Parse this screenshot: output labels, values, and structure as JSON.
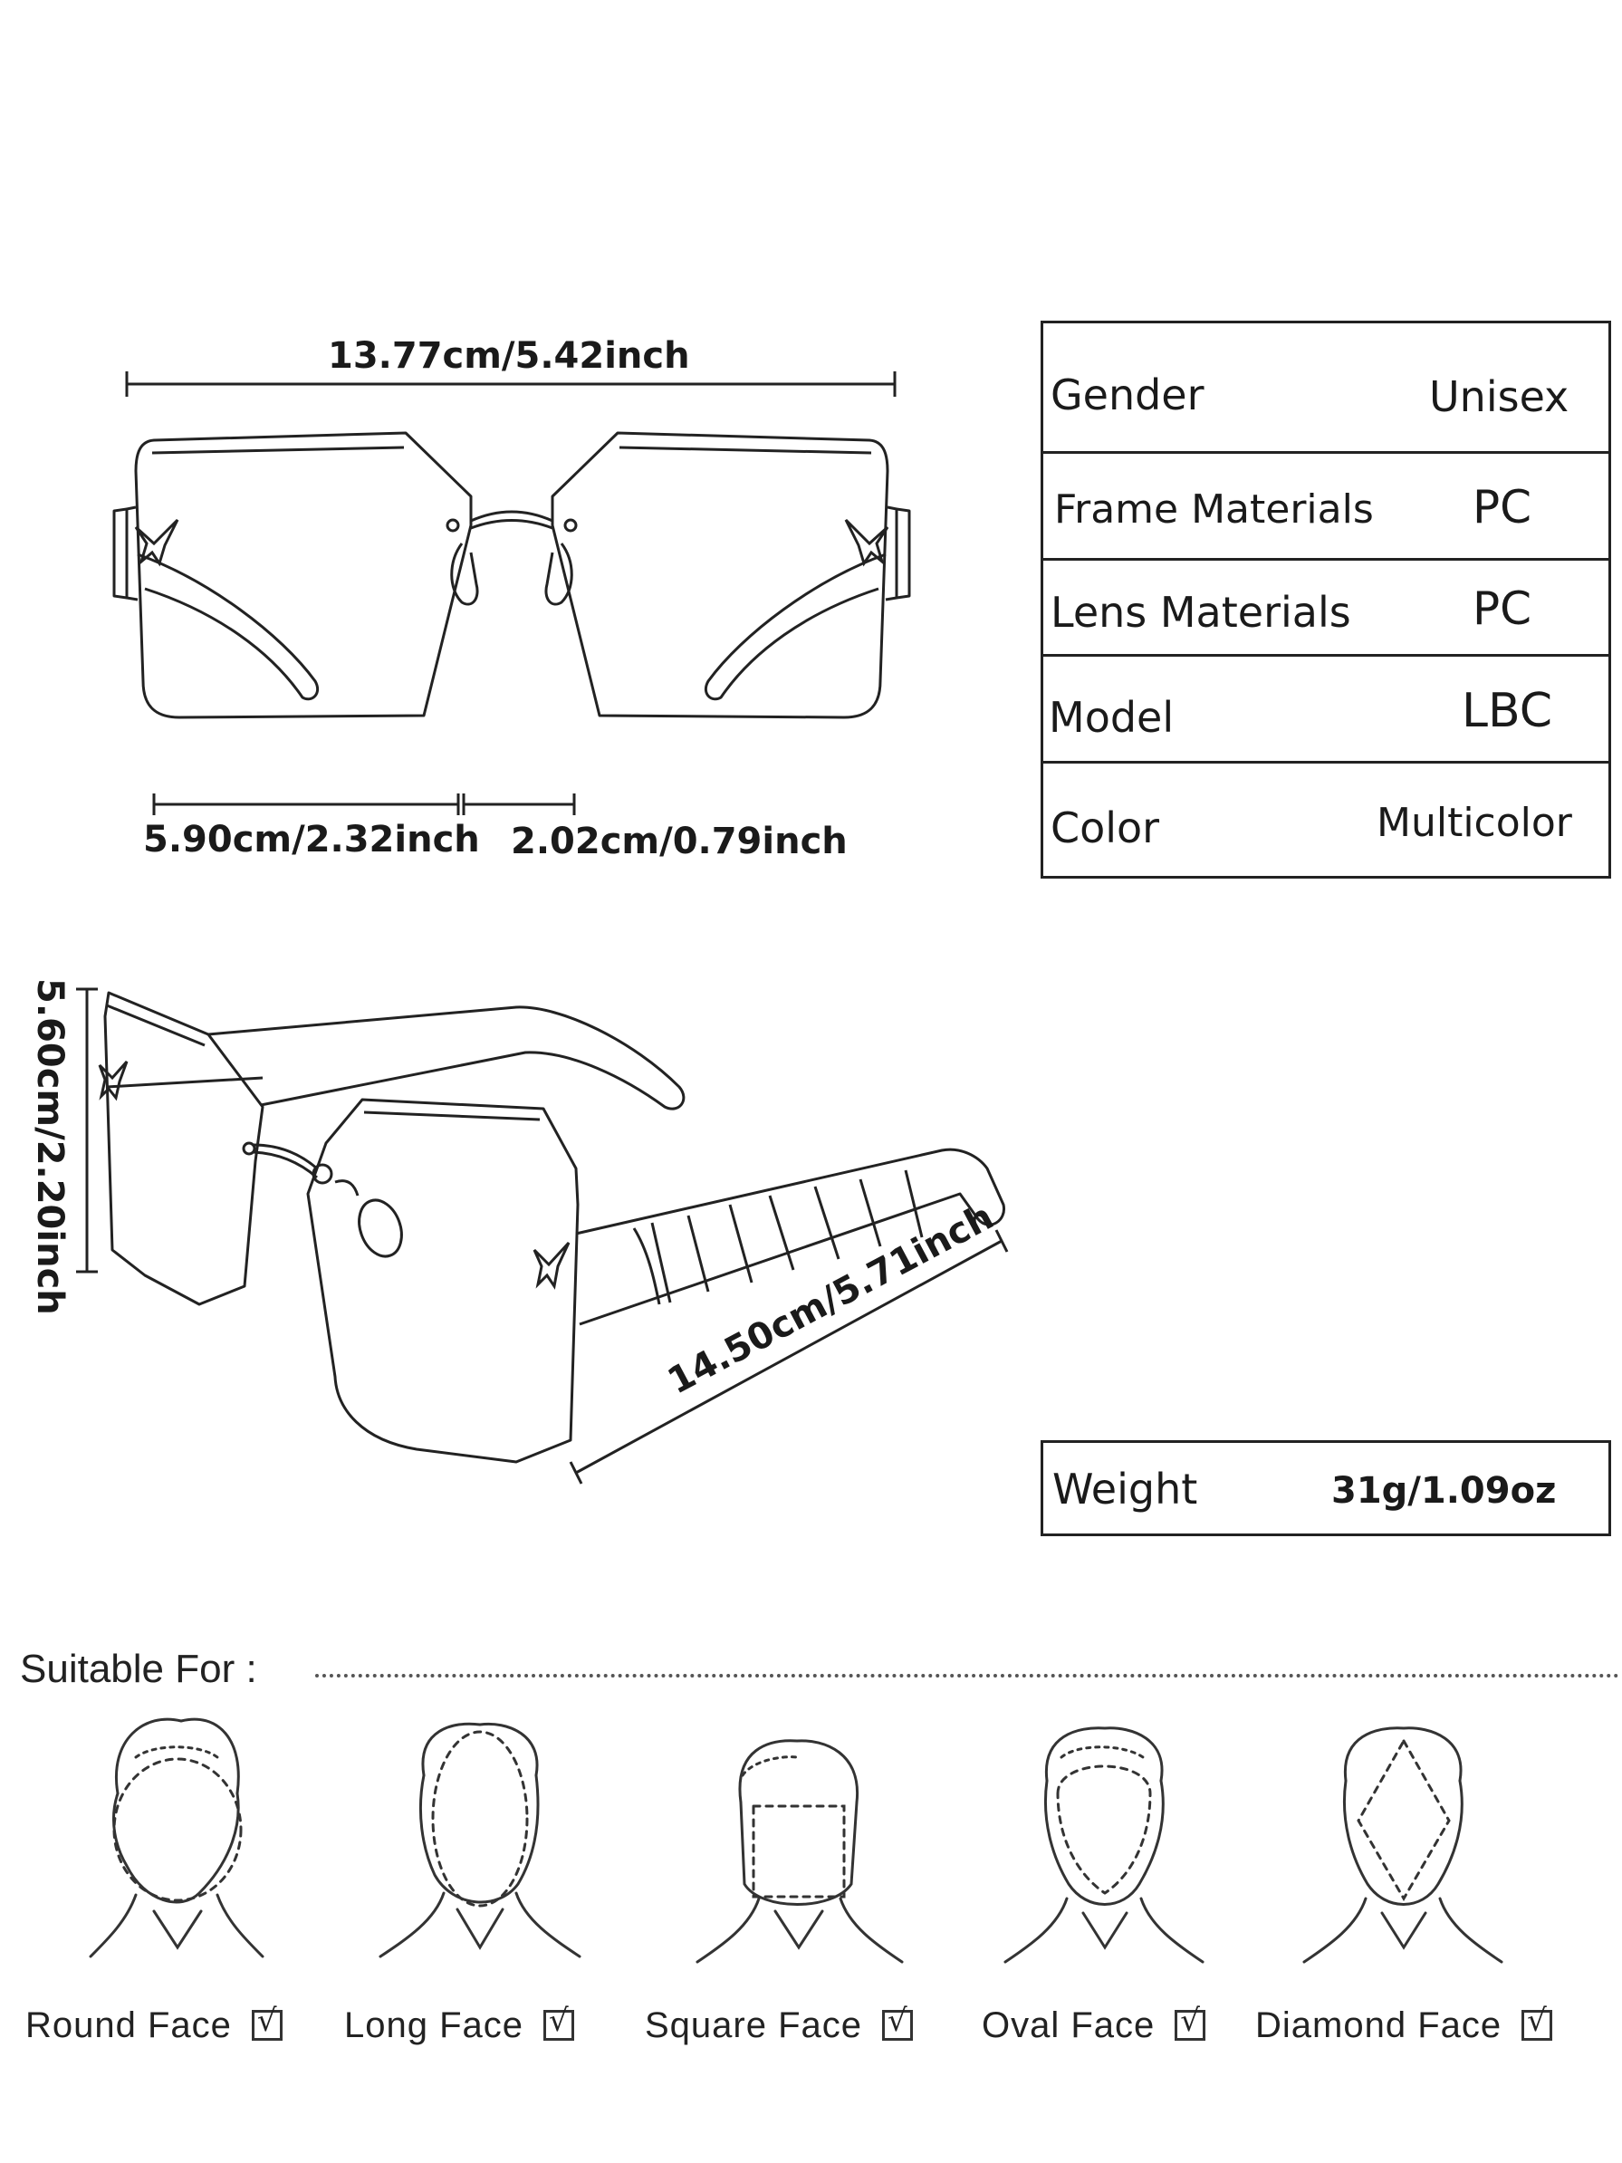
{
  "dimensions": {
    "total_width": "13.77cm/5.42inch",
    "lens_width": "5.90cm/2.32inch",
    "bridge_width": "2.02cm/0.79inch",
    "lens_height": "5.60cm/2.20inch",
    "temple_length": "14.50cm/5.71inch"
  },
  "specs": [
    {
      "label": "Gender",
      "value": "Unisex"
    },
    {
      "label": "Frame Materials",
      "value": "PC"
    },
    {
      "label": "Lens Materials",
      "value": "PC"
    },
    {
      "label": "Model",
      "value": "LBC"
    },
    {
      "label": "Color",
      "value": "Multicolor"
    }
  ],
  "weight": {
    "label": "Weight",
    "value": "31g/1.09oz"
  },
  "suitable": {
    "title": "Suitable For :",
    "check_mark": "√",
    "faces": [
      {
        "label": "Round Face",
        "icon": "round-face-icon"
      },
      {
        "label": "Long Face",
        "icon": "long-face-icon"
      },
      {
        "label": "Square Face",
        "icon": "square-face-icon"
      },
      {
        "label": "Oval Face",
        "icon": "oval-face-icon"
      },
      {
        "label": "Diamond Face",
        "icon": "diamond-face-icon"
      }
    ]
  }
}
